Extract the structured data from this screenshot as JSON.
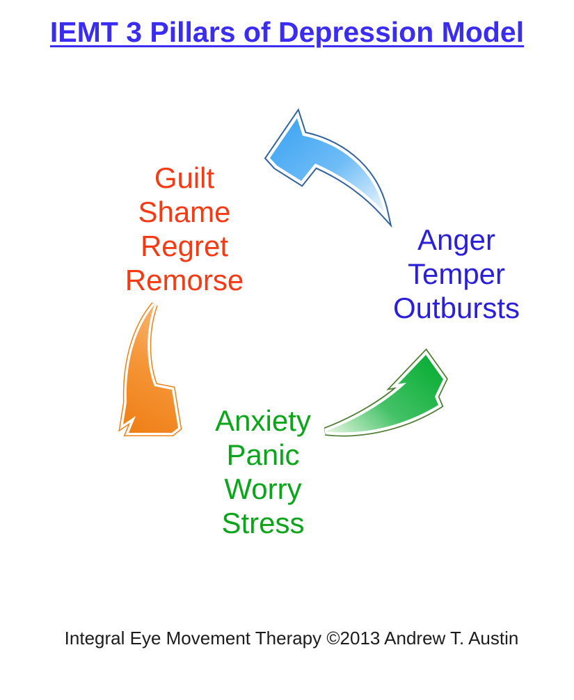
{
  "title": {
    "text": "IEMT 3 Pillars of Depression Model",
    "color": "#3B2CF1"
  },
  "pillars": {
    "guilt": {
      "lines": [
        "Guilt",
        "Shame",
        "Regret",
        "Remorse"
      ],
      "color": "#F43B15"
    },
    "anger": {
      "lines": [
        "Anger",
        "Temper",
        "Outbursts"
      ],
      "color": "#2B20D9"
    },
    "anxiety": {
      "lines": [
        "Anxiety",
        "Panic",
        "Worry",
        "Stress"
      ],
      "color": "#0CA41B"
    }
  },
  "arrows": {
    "anger_to_guilt": {
      "name": "blue-arrow",
      "direction": "top, pointing left toward Guilt",
      "fill": "#38A2F2",
      "fill_light": "#EAF6FE",
      "outline": "#33639F"
    },
    "guilt_to_anxiety": {
      "name": "orange-arrow",
      "direction": "left, pointing down toward Anxiety",
      "fill": "#EF7E14",
      "fill_light": "#F9AE64",
      "outline": "#F08019"
    },
    "anxiety_to_anger": {
      "name": "green-arrow",
      "direction": "bottom right, pointing up toward Anger",
      "fill": "#0BAE36",
      "fill_light": "#D8F2D6",
      "outline": "#4F7D33"
    }
  },
  "footer": {
    "text": "Integral Eye Movement Therapy ©2013 Andrew T. Austin",
    "color": "#1C1C1C"
  }
}
